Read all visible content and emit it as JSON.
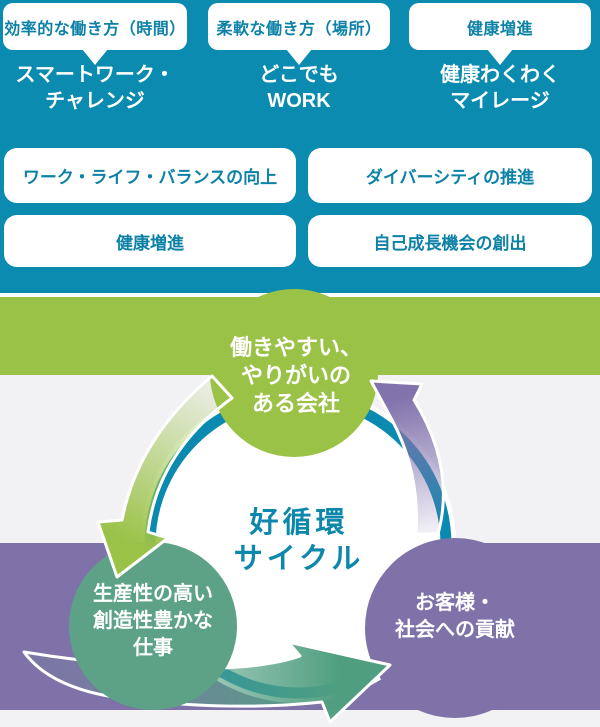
{
  "top_section": {
    "columns": [
      {
        "bubble": "効率的な働き方（時間）",
        "program": "スマートワーク・\nチャレンジ"
      },
      {
        "bubble": "柔軟な働き方（場所）",
        "program": "どこでも\nWORK"
      },
      {
        "bubble": "健康増進",
        "program": "健康わくわく\nマイレージ"
      }
    ],
    "outcome_boxes": [
      "ワーク・ライフ・バランスの向上",
      "ダイバーシティの推進",
      "健康増進",
      "自己成長機会の創出"
    ]
  },
  "cycle": {
    "center_label": "好循環\nサイクル",
    "top_node": "働きやすい、\nやりがいの\nある会社",
    "left_node": "生産性の高い\n創造性豊かな\n仕事",
    "right_node": "お客様・\n社会への貢献"
  },
  "colors": {
    "teal_background": "#0b8bb0",
    "teal_text": "#0d82a6",
    "green": "#9ac247",
    "sea_green": "#5da287",
    "purple": "#7e72a8",
    "ring_teal": "#0a8ab0",
    "light_gray": "#f2f2f4"
  }
}
